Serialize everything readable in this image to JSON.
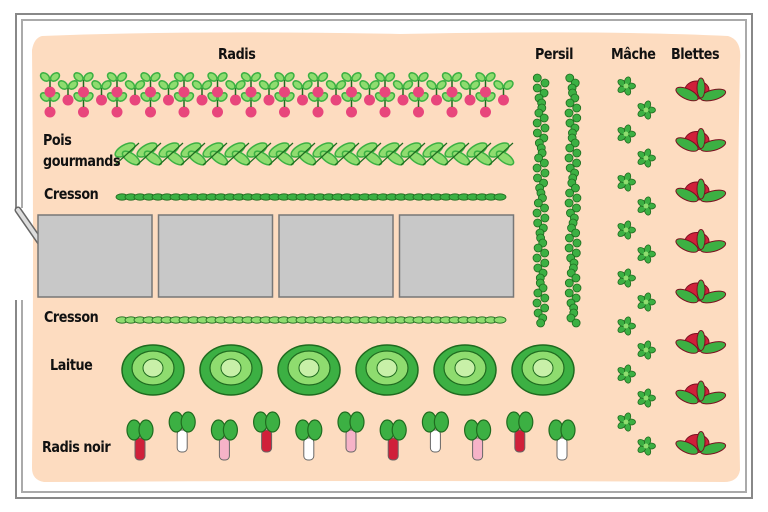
{
  "labels": {
    "radis": "Radis",
    "persil": "Persil",
    "mache": "Mâche",
    "blettes": "Blettes",
    "pois_line1": "Pois",
    "pois_line2": "gourmands",
    "cresson_top": "Cresson",
    "cresson_bottom": "Cresson",
    "laitue": "Laitue",
    "radis_noir": "Radis noir"
  },
  "counts": {
    "radis": 28,
    "raised_beds": 4,
    "laitue": 6,
    "radis_noir": 11,
    "mache": 16,
    "blettes": 8,
    "persil_rows": 2
  },
  "colors": {
    "soil": "#fddcc0",
    "leaf": "#3cb043",
    "leaf_light": "#8fdc6f",
    "outline": "#1f6b1f",
    "radish": "#e8467c",
    "chard_red": "#d0203a",
    "bed": "#c8c8c8",
    "frame": "#888888"
  },
  "radis_noir_colors": [
    "#d0203a",
    "#ffffff",
    "#f6b3c8",
    "#d0203a",
    "#ffffff",
    "#f6b3c8",
    "#d0203a",
    "#ffffff",
    "#f6b3c8",
    "#d0203a",
    "#ffffff"
  ]
}
